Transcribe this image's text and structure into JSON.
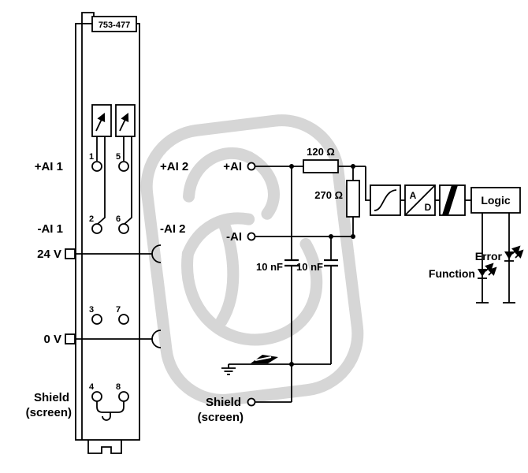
{
  "module": {
    "part_number": "753-477",
    "labels": {
      "ai1_plus": "+AI 1",
      "ai1_minus": "-AI 1",
      "ai2_plus": "+AI 2",
      "ai2_minus": "-AI 2",
      "supply_24v": "24 V",
      "supply_0v": "0 V",
      "shield": "Shield",
      "screen": "(screen)"
    },
    "terminals": [
      "1",
      "2",
      "3",
      "4",
      "5",
      "6",
      "7",
      "8"
    ]
  },
  "schematic": {
    "input_plus": "+AI",
    "input_minus": "-AI",
    "resistor_series": "120 Ω",
    "resistor_shunt": "270 Ω",
    "cap_left": "10 nF",
    "cap_right": "10 nF",
    "adc_a": "A",
    "adc_d": "D",
    "logic": "Logic",
    "led_function": "Function",
    "led_error": "Error",
    "shield": "Shield",
    "screen": "(screen)"
  },
  "colors": {
    "line": "#000000",
    "watermark": "#d6d6d6",
    "background": "#ffffff"
  }
}
